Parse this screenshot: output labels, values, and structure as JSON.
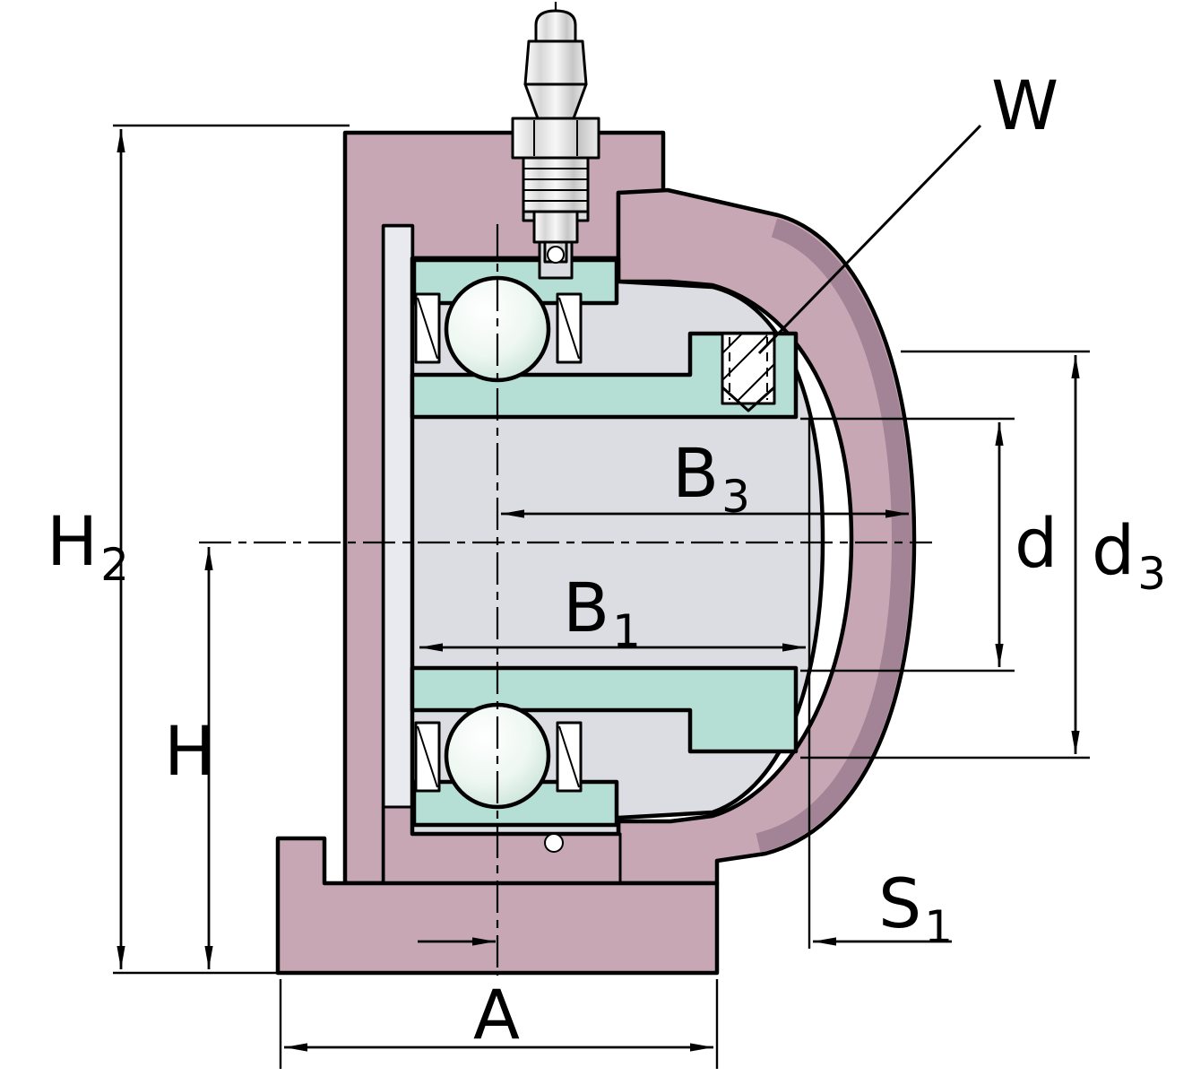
{
  "labels": {
    "h2": {
      "text": "H",
      "sub": "2"
    },
    "h": {
      "text": "H",
      "sub": ""
    },
    "a": {
      "text": "A",
      "sub": ""
    },
    "b1": {
      "text": "B",
      "sub": "1"
    },
    "b3": {
      "text": "B",
      "sub": "3"
    },
    "d": {
      "text": "d",
      "sub": ""
    },
    "d3": {
      "text": "d",
      "sub": "3"
    },
    "s1": {
      "text": "S",
      "sub": "1"
    },
    "w": {
      "text": "W",
      "sub": ""
    }
  },
  "colors": {
    "housing": "#c8a7b4",
    "housing_shadow": "#a28496",
    "bore": "#dcdde3",
    "bore_light": "#e9eaef",
    "bearing": "#b5ded5",
    "line": "#000000",
    "background": "#ffffff"
  }
}
